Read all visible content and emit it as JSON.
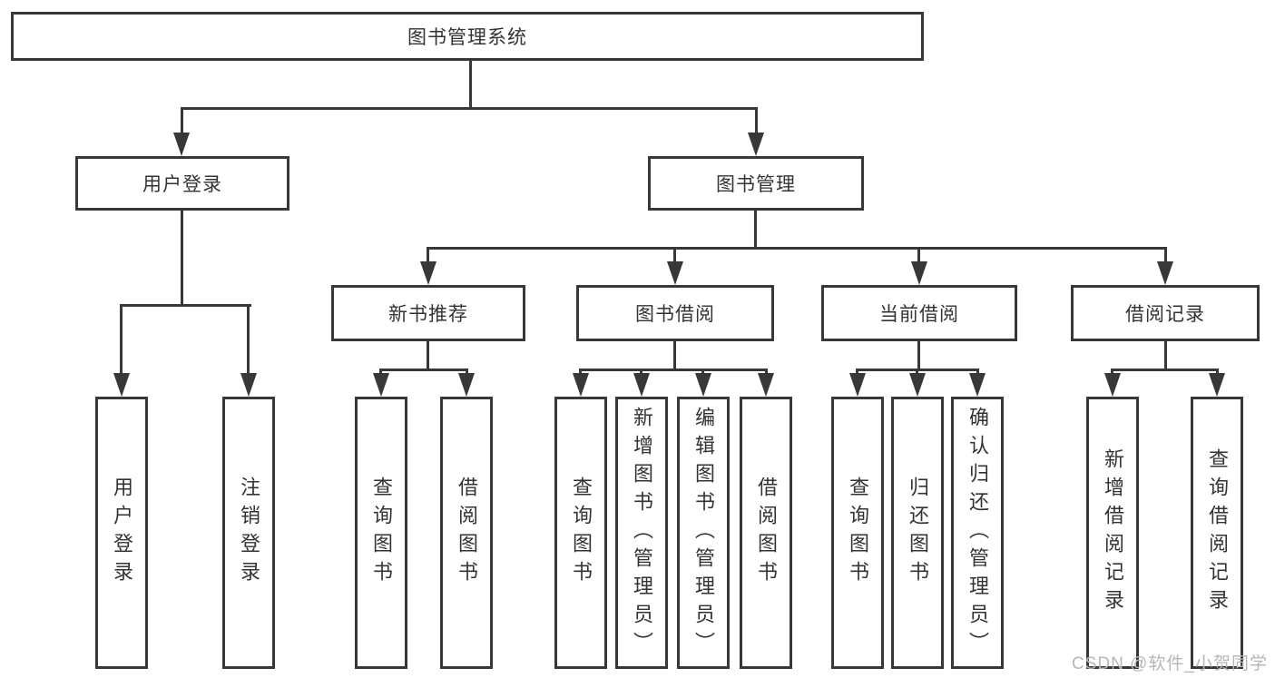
{
  "root": {
    "label": "图书管理系统"
  },
  "level2": {
    "user_login": "用户登录",
    "book_mgmt": "图书管理"
  },
  "level3": {
    "new_books": "新书推荐",
    "book_borrow": "图书借阅",
    "current_borrow": "当前借阅",
    "borrow_records": "借阅记录"
  },
  "leaves": {
    "user_login": [
      "用户登录",
      "注销登录"
    ],
    "new_books": [
      "查询图书",
      "借阅图书"
    ],
    "book_borrow": [
      "查询图书",
      "新增图书（管理员）",
      "编辑图书（管理员）",
      "借阅图书"
    ],
    "current_borrow": [
      "查询图书",
      "归还图书",
      "确认归还（管理员）"
    ],
    "borrow_records": [
      "新增借阅记录",
      "查询借阅记录"
    ]
  },
  "watermark": "CSDN @软件_小贺同学",
  "colors": {
    "line": "#383838",
    "text": "#333333",
    "watermark": "#b6b6b6",
    "background": "#ffffff"
  }
}
